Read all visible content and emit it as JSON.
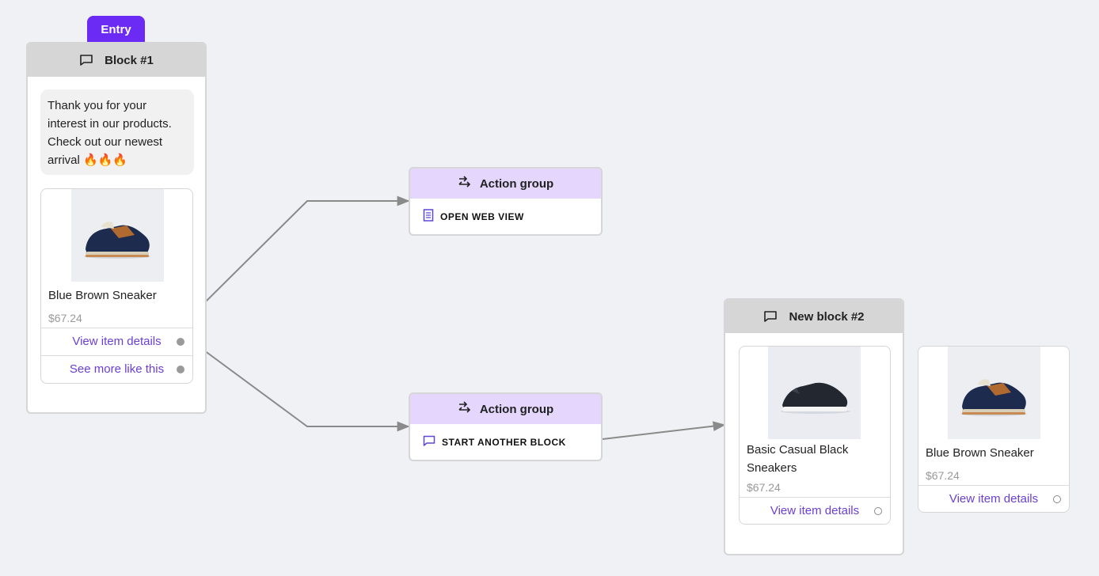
{
  "entry_label": "Entry",
  "block1": {
    "title": "Block #1",
    "message": "Thank you for your interest in our products. Check out our newest arrival 🔥🔥🔥",
    "card": {
      "title": "Blue Brown Sneaker",
      "price": "$67.24",
      "buttons": [
        {
          "label": "View item details"
        },
        {
          "label": "See more like this"
        }
      ]
    }
  },
  "action1": {
    "title": "Action group",
    "item": "OPEN WEB VIEW"
  },
  "action2": {
    "title": "Action group",
    "item": "START ANOTHER BLOCK"
  },
  "block2": {
    "title": "New block #2",
    "cards": [
      {
        "title": "Basic Casual Black Sneakers",
        "price": "$67.24",
        "button": "View item details"
      },
      {
        "title": "Blue Brown Sneaker",
        "price": "$67.24",
        "button": "View item details"
      }
    ]
  },
  "colors": {
    "accent": "#6b2bf5",
    "link": "#6a3fd6",
    "action_header": "#e4d6fc",
    "canvas": "#f0f1f5"
  },
  "icons": {
    "block": "chat-bubble-icon",
    "action": "action-arrows-icon",
    "webview": "document-icon",
    "start_block": "chat-bubble-icon"
  }
}
